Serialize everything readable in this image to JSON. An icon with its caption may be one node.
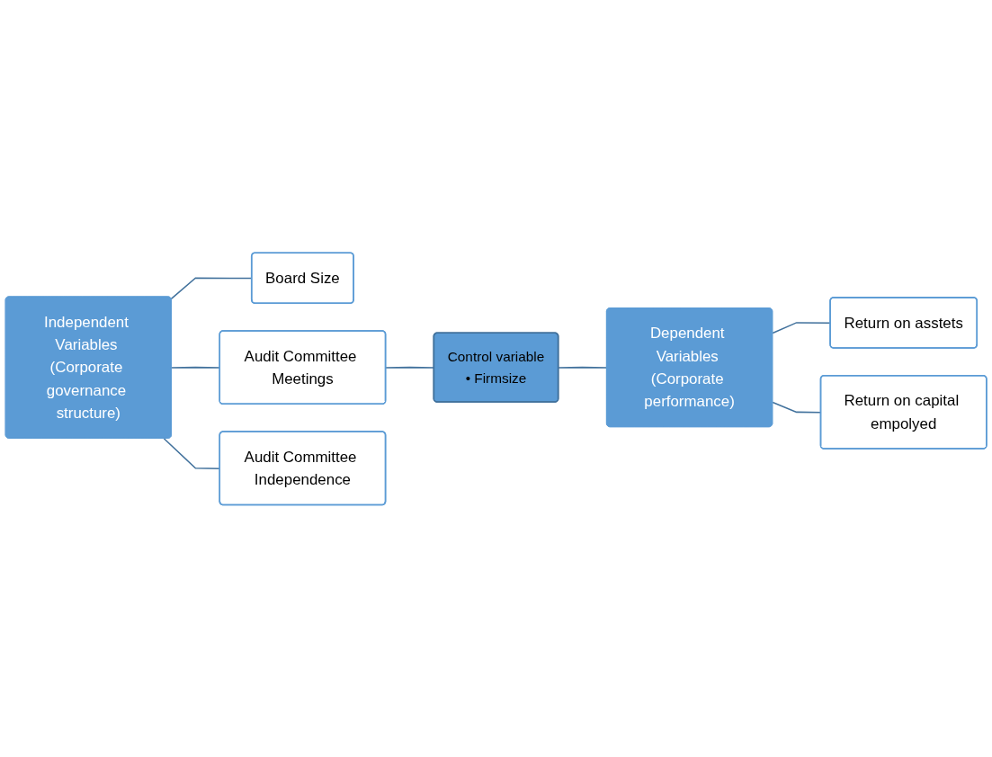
{
  "diagram": {
    "nodes": [
      {
        "text": [
          "Independent Variables (Corporate governance structure)"
        ]
      },
      {
        "text": [
          "Board Size"
        ]
      },
      {
        "text": [
          "Audit Committee Meetings"
        ]
      },
      {
        "text": [
          "Audit Committee Independence"
        ]
      },
      {
        "text": [
          "Control variable",
          "• Firmsize"
        ]
      },
      {
        "text": [
          "Dependent Variables (Corporate performance)"
        ]
      },
      {
        "text": [
          "Return on asstets"
        ]
      },
      {
        "text": [
          "Return on capital empolyed"
        ]
      }
    ],
    "edges": [
      {
        "from": 0,
        "to": 1,
        "arrow": "none"
      },
      {
        "from": 0,
        "to": 2,
        "arrow": "none"
      },
      {
        "from": 0,
        "to": 3,
        "arrow": "none"
      },
      {
        "from": 2,
        "to": 4,
        "arrow": "none"
      },
      {
        "from": 4,
        "to": 5,
        "arrow": "none"
      },
      {
        "from": 5,
        "to": 6,
        "arrow": "none"
      },
      {
        "from": 5,
        "to": 7,
        "arrow": "none"
      }
    ]
  }
}
